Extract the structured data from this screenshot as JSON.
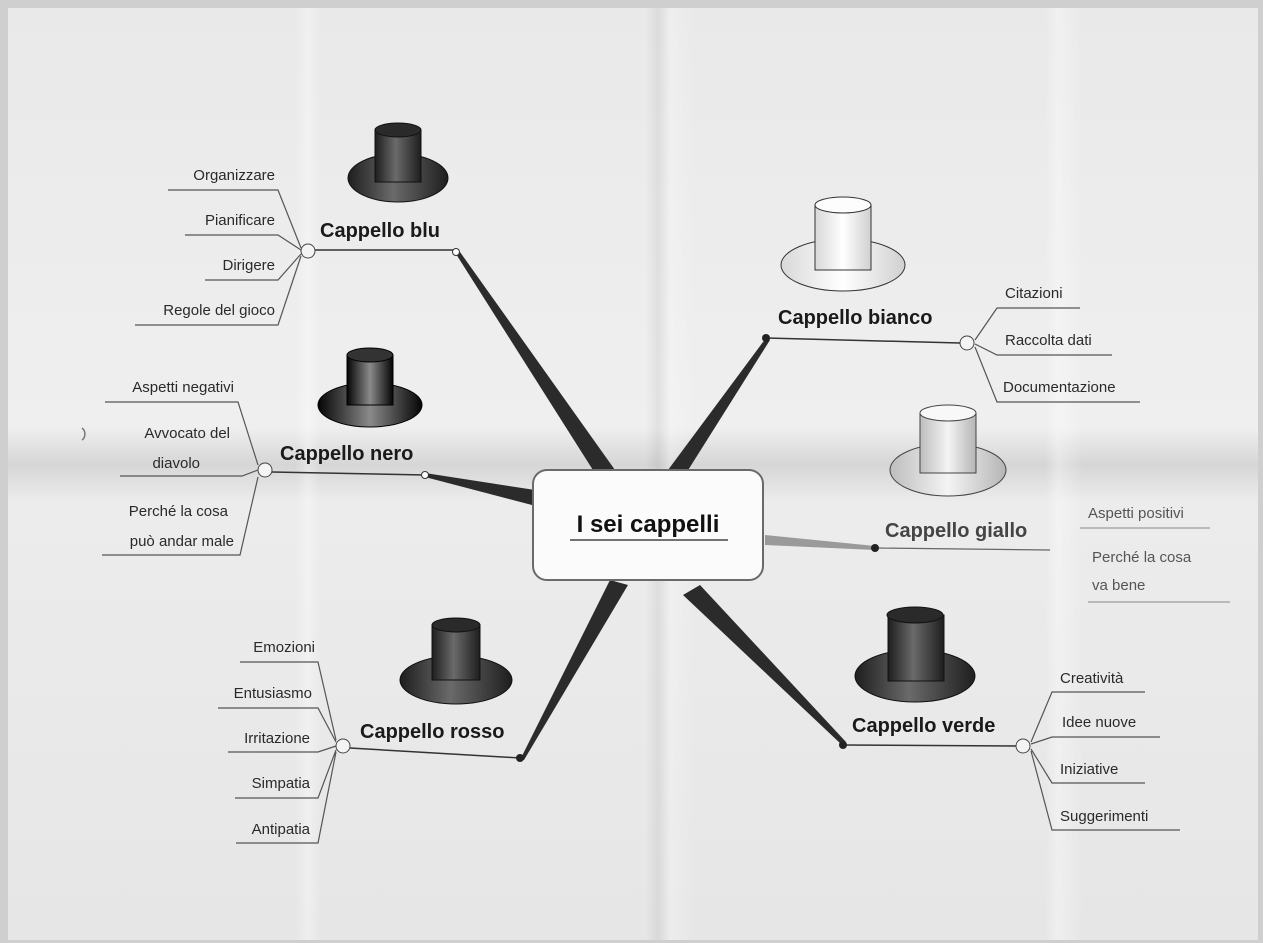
{
  "center": {
    "title": "I sei cappelli"
  },
  "hats": [
    {
      "key": "blu",
      "title": "Cappello blu",
      "tone": "dark",
      "items": [
        "Organizzare",
        "Pianificare",
        "Dirigere",
        "Regole del gioco"
      ]
    },
    {
      "key": "nero",
      "title": "Cappello nero",
      "tone": "black",
      "items": [
        "Aspetti negativi",
        "Avvocato del",
        "diavolo",
        "Perché la cosa",
        "può andar male"
      ]
    },
    {
      "key": "rosso",
      "title": "Cappello rosso",
      "tone": "dark",
      "items": [
        "Emozioni",
        "Entusiasmo",
        "Irritazione",
        "Simpatia",
        "Antipatia"
      ]
    },
    {
      "key": "bianco",
      "title": "Cappello bianco",
      "tone": "white",
      "items": [
        "Citazioni",
        "Raccolta dati",
        "Documentazione"
      ]
    },
    {
      "key": "giallo",
      "title": "Cappello giallo",
      "tone": "light",
      "items": [
        "Aspetti positivi",
        "Perché la cosa",
        "va bene"
      ]
    },
    {
      "key": "verde",
      "title": "Cappello verde",
      "tone": "dark",
      "items": [
        "Creatività",
        "Idee nuove",
        "Iniziative",
        "Suggerimenti"
      ]
    }
  ],
  "colors": {
    "dark": "#3a3a3a",
    "black": "#151515",
    "white": "#fafafa",
    "light": "#e6e6e6",
    "line": "#333333"
  }
}
